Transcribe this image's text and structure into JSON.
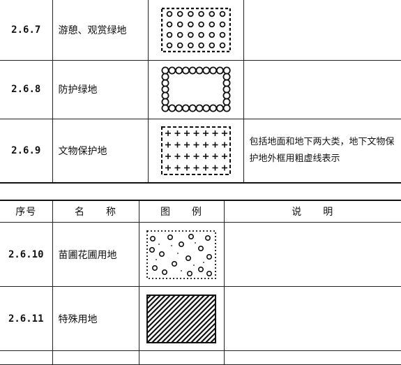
{
  "table_top": {
    "rows": [
      {
        "number": "2.6.7",
        "name": "游憩、观赏绿地",
        "symbol_icon": "circles-grid-rect-icon",
        "description": ""
      },
      {
        "number": "2.6.8",
        "name": "防护绿地",
        "symbol_icon": "circle-border-rect-icon",
        "description": ""
      },
      {
        "number": "2.6.9",
        "name": "文物保护地",
        "symbol_icon": "crosses-dashed-rect-icon",
        "description": "包括地面和地下两大类，地下文物保护地外框用粗虚线表示"
      }
    ]
  },
  "table_bottom": {
    "header": {
      "number": "序号",
      "name": "名　　称",
      "symbol": "图　　例",
      "description": "说　　明"
    },
    "rows": [
      {
        "number": "2.6.10",
        "name": "苗圃花圃用地",
        "symbol_icon": "scattered-circles-dotted-rect-icon",
        "description": ""
      },
      {
        "number": "2.6.11",
        "name": "特殊用地",
        "symbol_icon": "diagonal-hatch-rect-icon",
        "description": ""
      }
    ]
  }
}
